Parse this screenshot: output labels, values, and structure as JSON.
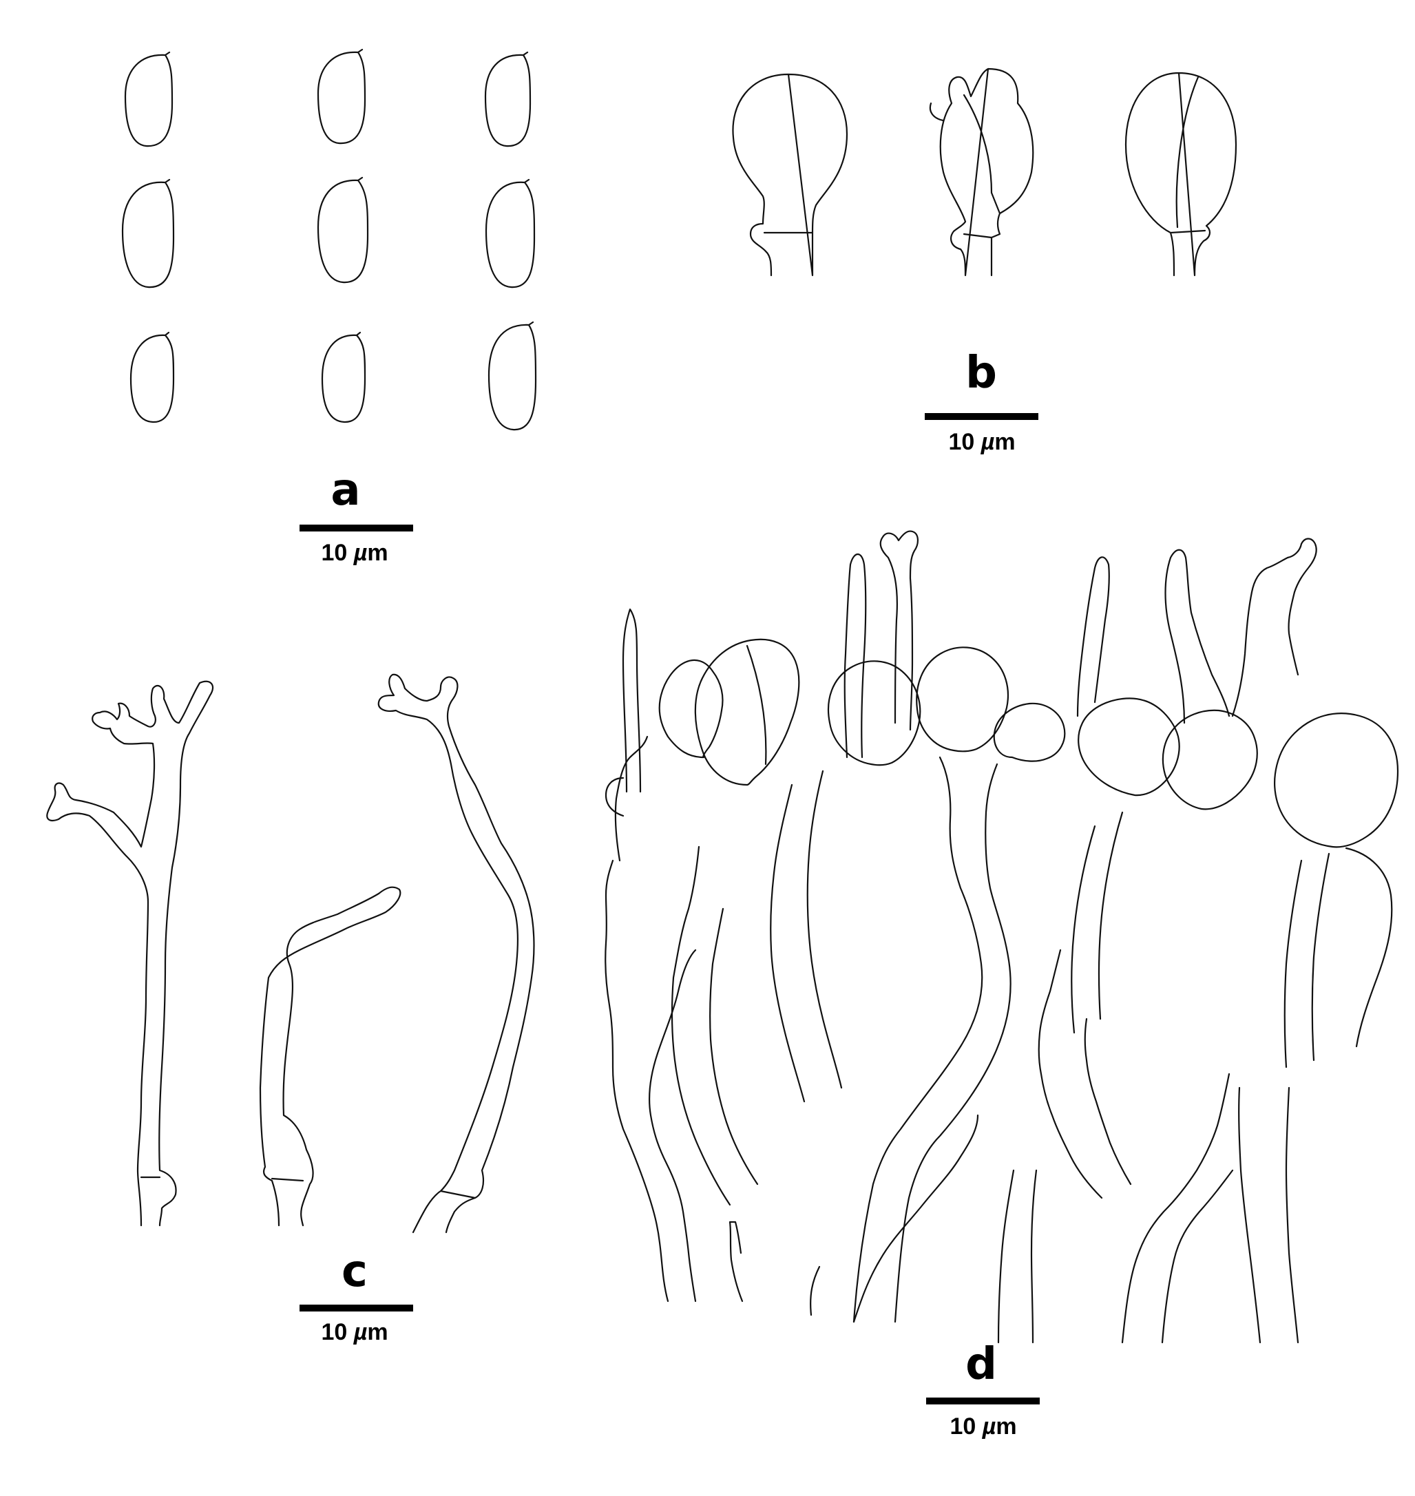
{
  "panels": [
    {
      "id": "a",
      "letter": "a",
      "scale": "10 µm"
    },
    {
      "id": "b",
      "letter": "b",
      "scale": "10 µm"
    },
    {
      "id": "c",
      "letter": "c",
      "scale": "10 µm"
    },
    {
      "id": "d",
      "letter": "d",
      "scale": "10 µm"
    }
  ],
  "colors": {
    "ink": "#111111",
    "background": "#ffffff"
  }
}
